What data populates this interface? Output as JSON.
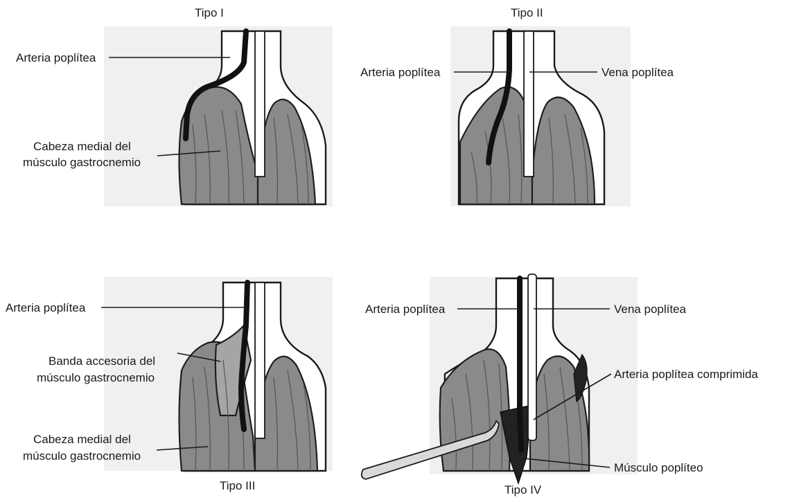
{
  "panels": {
    "tipo1": {
      "title": "Tipo I",
      "labels": [
        "Arteria poplítea",
        "Cabeza medial del",
        "músculo gastrocnemio"
      ]
    },
    "tipo2": {
      "title": "Tipo II",
      "labels": [
        "Arteria poplítea",
        "Vena poplítea"
      ]
    },
    "tipo3": {
      "title": "Tipo III",
      "labels": [
        "Arteria poplítea",
        "Banda accesoria del",
        "músculo gastrocnemio",
        "Cabeza medial del",
        "músculo gastrocnemio"
      ]
    },
    "tipo4": {
      "title": "Tipo IV",
      "labels": [
        "Arteria poplítea",
        "Vena poplítea",
        "Arteria poplítea comprimida",
        "Músculo poplíteo"
      ]
    }
  }
}
